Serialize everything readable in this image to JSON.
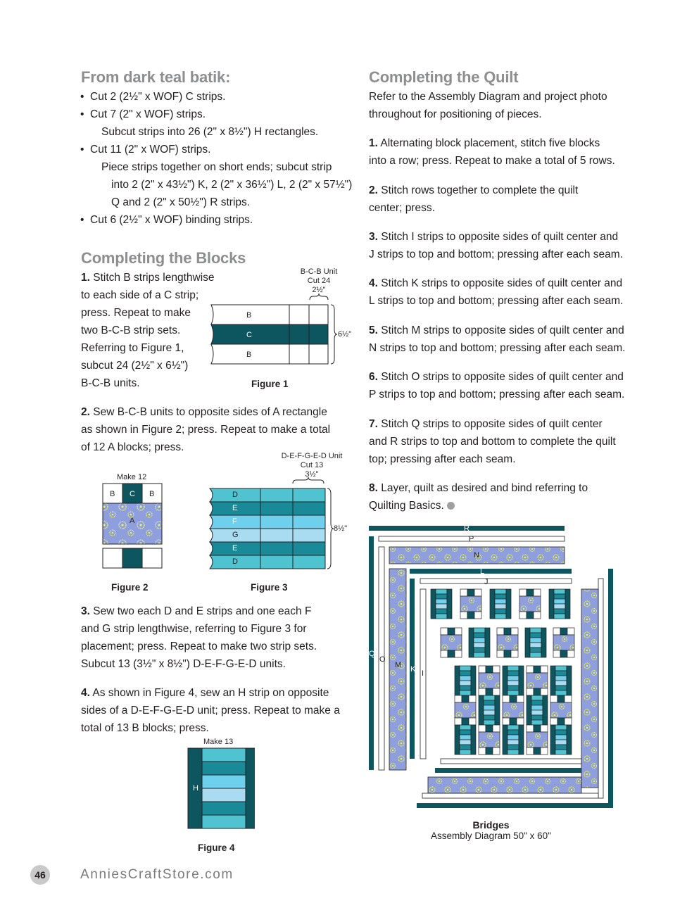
{
  "left": {
    "heading_teal": "From dark teal batik:",
    "bullets": [
      "Cut 2 (2½\" x WOF) C strips.",
      "Cut 7 (2\" x WOF) strips.",
      "Subcut strips into 26 (2\" x 8½\") H rectangles.",
      "Cut 11 (2\" x WOF) strips.",
      "Piece strips together on short ends; subcut strip",
      "into 2 (2\" x 43½\") K, 2 (2\" x 36½\") L, 2 (2\" x 57½\")",
      "Q and 2 (2\" x 50½\") R strips.",
      "Cut 6 (2½\" x WOF) binding strips."
    ],
    "heading_blocks": "Completing the Blocks",
    "step1": {
      "num": "1.",
      "lines": [
        "Stitch B strips lengthwise",
        "to each side of a C strip;",
        "press. Repeat to make",
        "two B-C-B strip sets.",
        "Referring to Figure 1,",
        "subcut 24 (2½\" x 6½\")",
        "B-C-B units."
      ]
    },
    "step2": {
      "num": "2.",
      "lines": [
        "Sew B-C-B units to opposite sides of A rectangle",
        "as shown in Figure 2; press. Repeat to make a total",
        "of 12 A blocks; press."
      ]
    },
    "step3": {
      "num": "3.",
      "lines": [
        "Sew two each D and E strips and one each F",
        "and G strip lengthwise, referring to Figure 3 for",
        "placement; press. Repeat to make two strip sets.",
        "Subcut 13 (3½\" x 8½\") D-E-F-G-E-D units."
      ]
    },
    "step4": {
      "num": "4.",
      "lines": [
        "As shown in Figure 4, sew an H strip on opposite",
        "sides of a D-E-F-G-E-D unit; press. Repeat to make a",
        "total of 13 B blocks; press."
      ]
    }
  },
  "fig1": {
    "unit": "B-C-B Unit",
    "cut": "Cut 24",
    "width": "2½\"",
    "height": "6½\"",
    "strips": [
      "B",
      "C",
      "B"
    ],
    "caption": "Figure 1"
  },
  "fig2": {
    "make": "Make 12",
    "labels": [
      "B",
      "C",
      "B",
      "A"
    ],
    "caption": "Figure 2"
  },
  "fig3": {
    "unit": "D-E-F-G-E-D Unit",
    "cut": "Cut 13",
    "width": "3½\"",
    "height": "8½\"",
    "strips": [
      "D",
      "E",
      "F",
      "G",
      "E",
      "D"
    ],
    "caption": "Figure 3"
  },
  "fig4": {
    "make": "Make 13",
    "label": "H",
    "caption": "Figure 4"
  },
  "right": {
    "heading": "Completing the Quilt",
    "intro": [
      "Refer to the Assembly Diagram and project photo",
      "throughout for positioning of pieces."
    ],
    "steps": [
      {
        "num": "1.",
        "lines": [
          "Alternating block placement, stitch five blocks",
          "into a row; press. Repeat to make a total of 5 rows."
        ]
      },
      {
        "num": "2.",
        "lines": [
          "Stitch rows together to complete the quilt",
          "center; press."
        ]
      },
      {
        "num": "3.",
        "lines": [
          "Stitch I strips to opposite sides of quilt center and",
          "J strips to top and bottom; pressing after each seam."
        ]
      },
      {
        "num": "4.",
        "lines": [
          "Stitch K strips to opposite sides of quilt center and",
          "L strips to top and bottom; pressing after each seam."
        ]
      },
      {
        "num": "5.",
        "lines": [
          "Stitch M strips to opposite sides of quilt center and",
          "N strips to top and bottom; pressing after each seam."
        ]
      },
      {
        "num": "6.",
        "lines": [
          "Stitch O strips to opposite sides of quilt center and",
          "P strips to top and bottom; pressing after each seam."
        ]
      },
      {
        "num": "7.",
        "lines": [
          "Stitch Q strips to opposite sides of quilt center",
          "and R strips to top and bottom to complete the quilt",
          "top; pressing after each seam."
        ]
      },
      {
        "num": "8.",
        "lines": [
          "Layer, quilt as desired and bind referring to",
          "Quilting Basics."
        ]
      }
    ]
  },
  "assembly": {
    "labels": [
      "R",
      "P",
      "N",
      "L",
      "J",
      "Q",
      "O",
      "M",
      "K",
      "I"
    ],
    "title": "Bridges",
    "subtitle": "Assembly Diagram 50\" x 60\""
  },
  "footer": {
    "page": "46",
    "site": "AnniesCraftStore.com"
  },
  "colors": {
    "teal_dark": "#0d5660",
    "teal_mid": "#1a8a99",
    "teal_light": "#4fc3cf",
    "blue_light": "#6fd0ee",
    "blue_pale": "#a9dcf0",
    "periwinkle": "#8f9fde"
  }
}
